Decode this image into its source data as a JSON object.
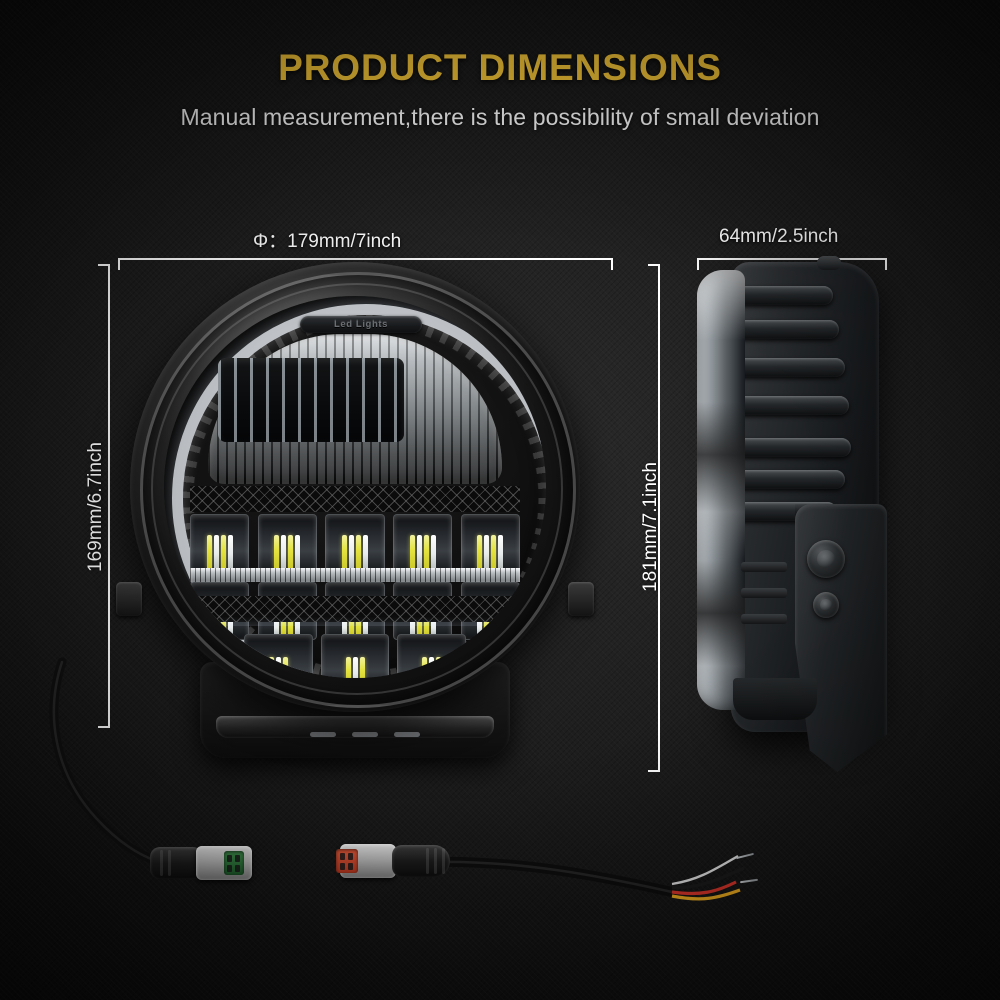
{
  "page": {
    "title": "PRODUCT DIMENSIONS",
    "subtitle": "Manual measurement,there is the possibility of small deviation",
    "background_color": "#141414",
    "title_color": "#f0c136",
    "text_color": "#ffffff"
  },
  "dimensions": {
    "front_width": {
      "label": "Φ：179mm/7inch",
      "orientation": "horizontal",
      "applies_to": "front-view-diameter"
    },
    "front_height": {
      "label": "169mm/6.7inch",
      "orientation": "vertical",
      "applies_to": "front-view-height"
    },
    "side_width": {
      "label": "64mm/2.5inch",
      "orientation": "horizontal",
      "applies_to": "side-view-depth"
    },
    "side_height": {
      "label": "181mm/7.1inch",
      "orientation": "vertical",
      "applies_to": "side-view-height"
    }
  },
  "product": {
    "badge_text": "Led Lights",
    "front_view": {
      "name": "round-led-headlight-front",
      "led_rows": [
        {
          "cells": 5,
          "chips_per_cell": 4,
          "chip_colors": [
            "y",
            "w",
            "y",
            "w"
          ]
        },
        {
          "cells": 5,
          "chips_per_cell": 4,
          "chip_colors": [
            "w",
            "y",
            "y",
            "w"
          ]
        },
        {
          "cells": 3,
          "chips_per_cell": 3,
          "chip_colors": [
            "y",
            "w",
            "y"
          ]
        }
      ],
      "halo_color": "#e8eef2",
      "chip_yellow": "#e4e33e",
      "chip_white": "#ffffff"
    },
    "side_view": {
      "name": "round-led-headlight-side",
      "heat_fins": 7,
      "bolts": 2
    },
    "harness": {
      "connector_male_insert_color": "#3f8f4c",
      "connector_female_insert_color": "#e0583a",
      "wire_colors": [
        "#d4342a",
        "#e8a81f",
        "#141414",
        "#e6e6e6"
      ]
    }
  }
}
